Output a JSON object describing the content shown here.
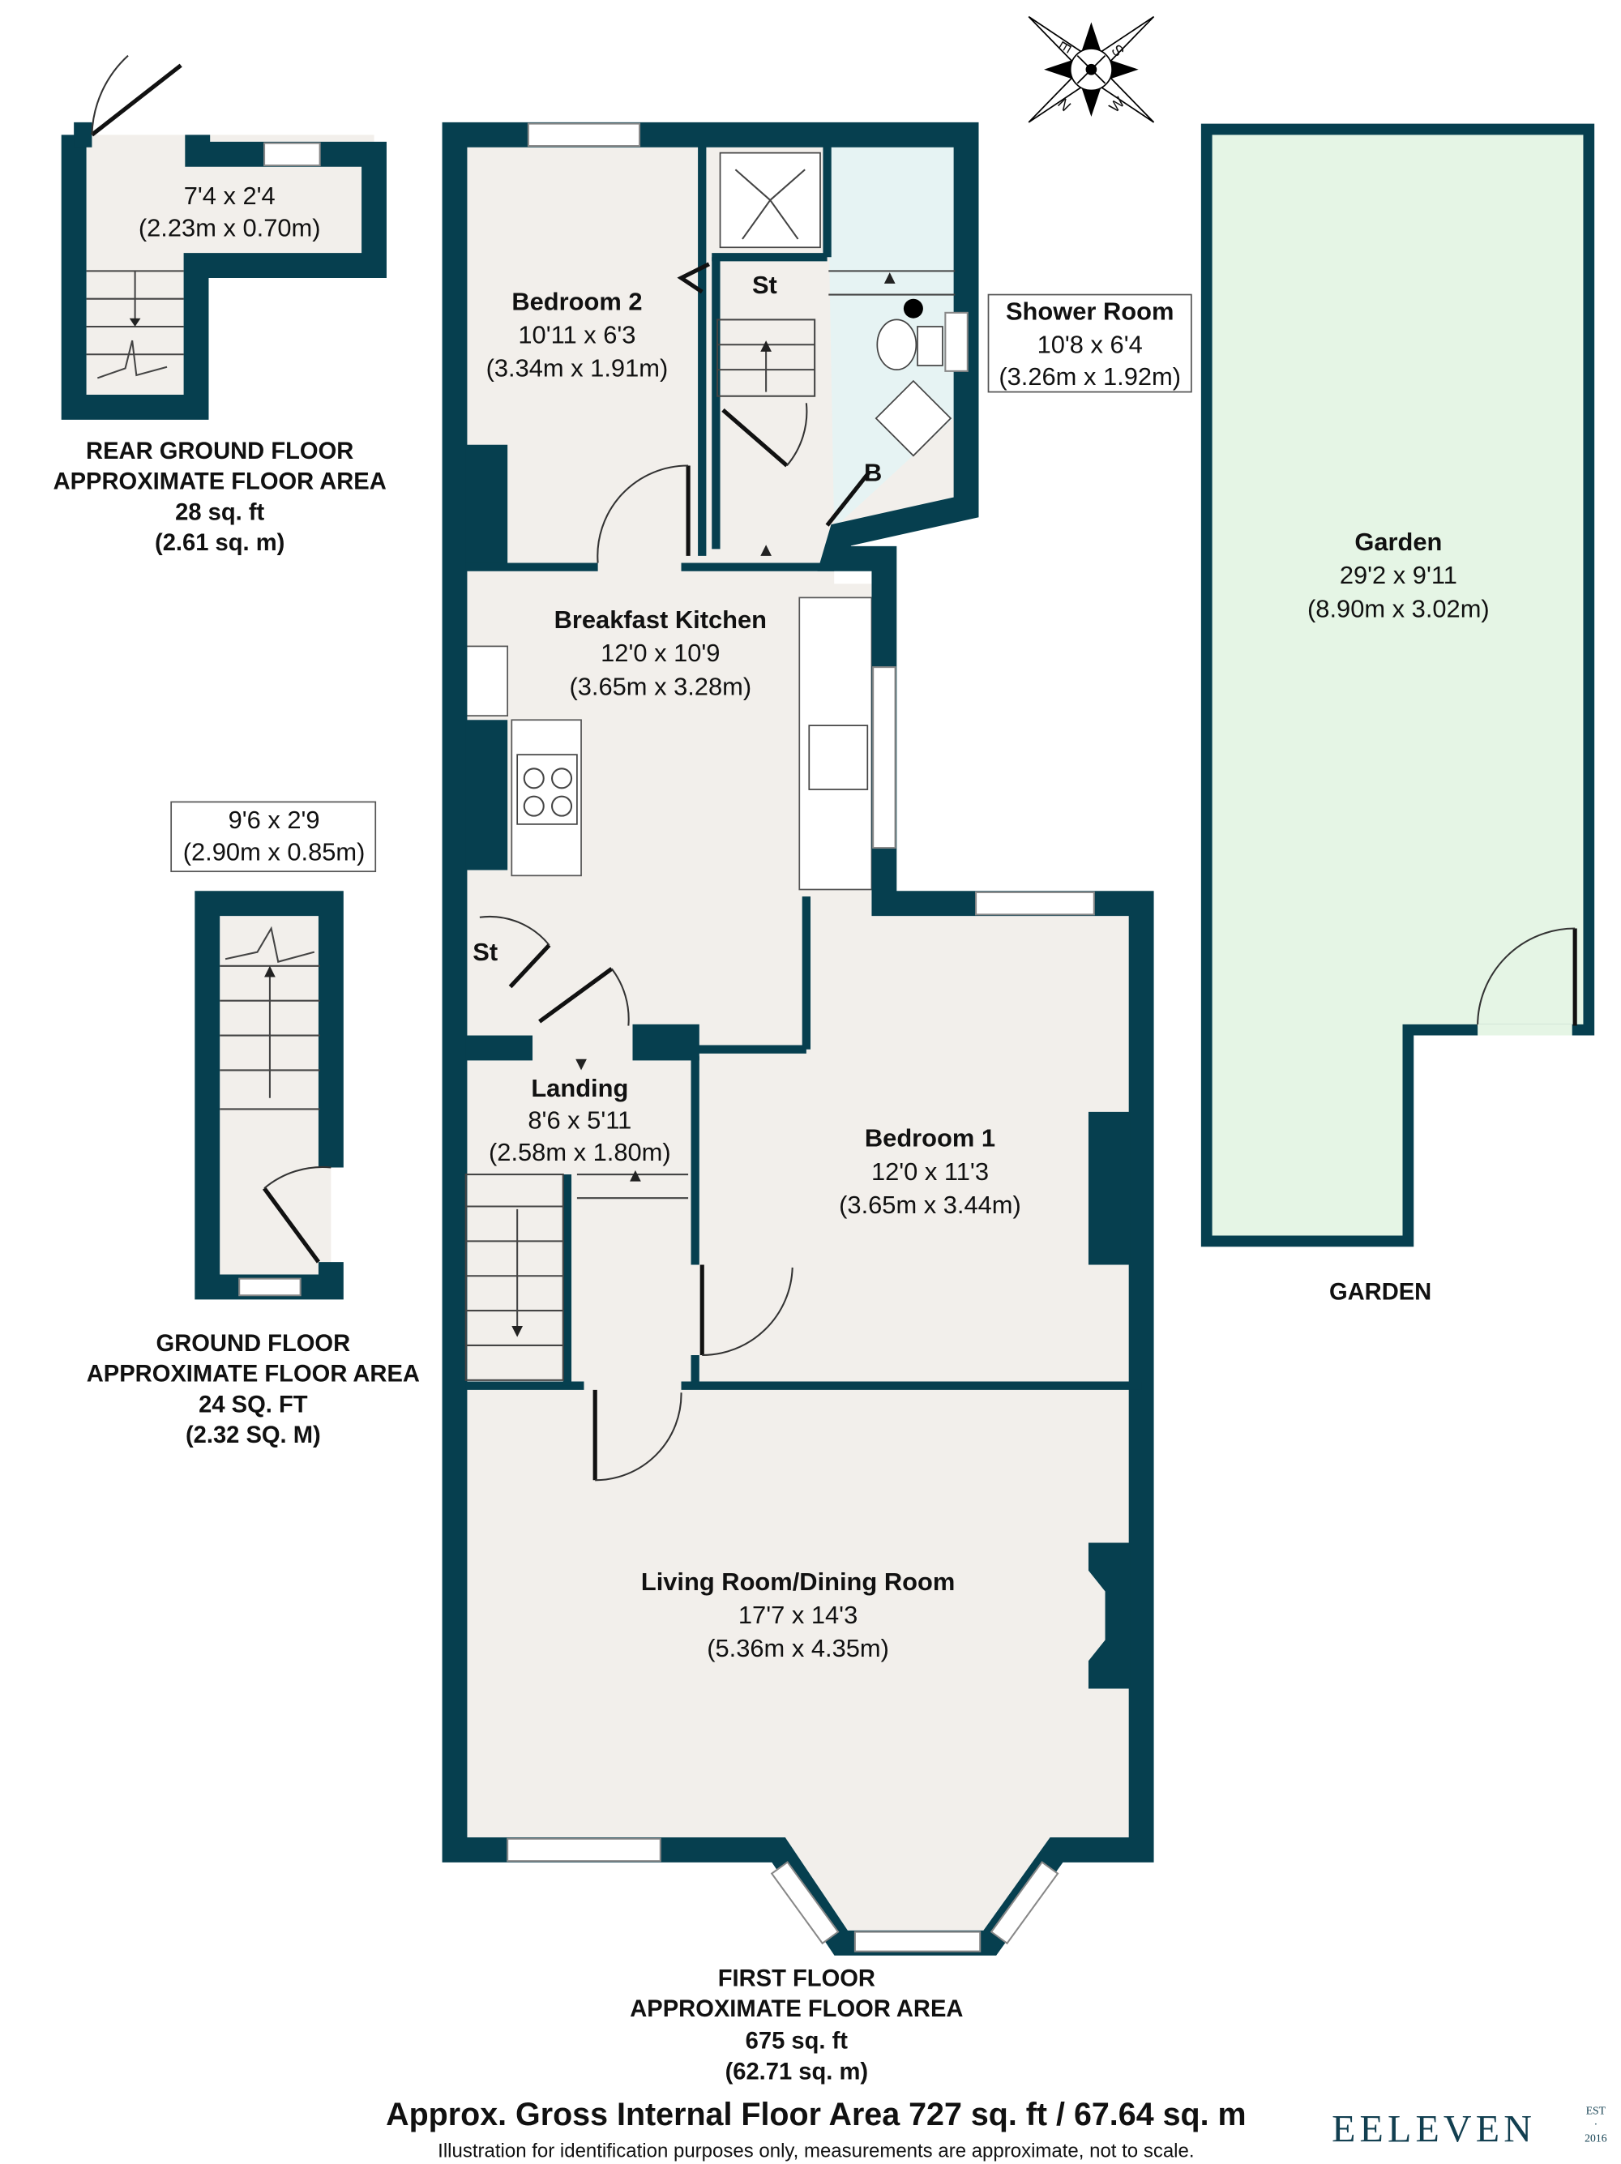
{
  "colors": {
    "wall": "#063f4f",
    "floor": "#f2efeb",
    "shower_room": "#e6f3f3",
    "garden": "#e5f5e5"
  },
  "compass": {
    "icon": "compass-rose-icon",
    "letters": [
      "E",
      "S",
      "N",
      "W"
    ]
  },
  "rooms": {
    "bedroom2": {
      "name": "Bedroom 2",
      "imperial": "10'11 x 6'3",
      "metric": "(3.34m x 1.91m)"
    },
    "shower": {
      "name": "Shower Room",
      "imperial": "10'8 x 6'4",
      "metric": "(3.26m x 1.92m)"
    },
    "kitchen": {
      "name": "Breakfast Kitchen",
      "imperial": "12'0 x 10'9",
      "metric": "(3.65m x 3.28m)"
    },
    "landing": {
      "name": "Landing",
      "imperial": "8'6 x 5'11",
      "metric": "(2.58m x 1.80m)"
    },
    "bedroom1": {
      "name": "Bedroom 1",
      "imperial": "12'0 x 11'3",
      "metric": "(3.65m x 3.44m)"
    },
    "living": {
      "name": "Living Room/Dining Room",
      "imperial": "17'7 x 14'3",
      "metric": "(5.36m x 4.35m)"
    },
    "garden": {
      "name": "Garden",
      "imperial": "29'2 x 9'11",
      "metric": "(8.90m x 3.02m)"
    },
    "rear_ground": {
      "imperial": "7'4 x 2'4",
      "metric": "(2.23m x 0.70m)"
    },
    "ground": {
      "imperial": "9'6 x 2'9",
      "metric": "(2.90m x 0.85m)"
    }
  },
  "labels": {
    "st": "St",
    "b": "B"
  },
  "floors": {
    "rear_ground": [
      "REAR GROUND FLOOR",
      "APPROXIMATE FLOOR AREA",
      "28 sq. ft",
      "(2.61 sq. m)"
    ],
    "ground": [
      "GROUND FLOOR",
      "APPROXIMATE FLOOR AREA",
      "24 SQ. FT",
      "(2.32 SQ. M)"
    ],
    "first": [
      "FIRST FLOOR",
      "APPROXIMATE FLOOR AREA",
      "675 sq. ft",
      "(62.71 sq. m)"
    ],
    "garden": "GARDEN"
  },
  "footer": {
    "total": "Approx. Gross Internal Floor Area 727 sq. ft / 67.64 sq. m",
    "disclaimer": "Illustration for identification purposes only, measurements are approximate, not to scale."
  },
  "logo": {
    "text": "EELEVEN",
    "est": "EST",
    "dot": "·",
    "year": "2016"
  }
}
